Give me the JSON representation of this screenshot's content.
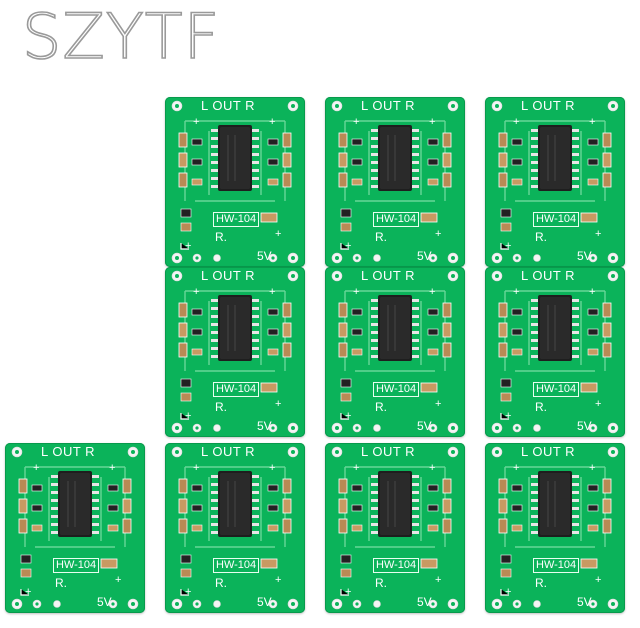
{
  "brand": {
    "text": "SZYTF"
  },
  "board": {
    "label_out": "L OUT R",
    "label_model": "HW-104",
    "label_r": "R.",
    "label_voltage": "5V",
    "color": "#0bb35a"
  },
  "board_count": 10
}
